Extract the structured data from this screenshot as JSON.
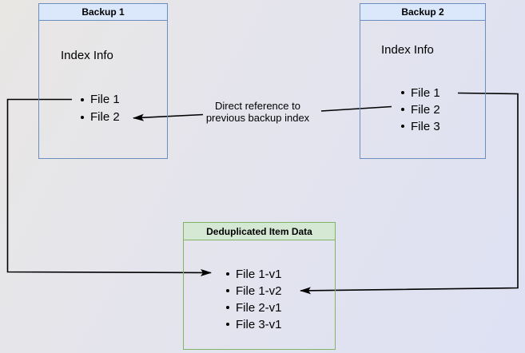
{
  "diagram": {
    "backup1": {
      "title": "Backup 1",
      "body_label": "Index Info",
      "items": [
        "File 1",
        "File 2"
      ]
    },
    "backup2": {
      "title": "Backup 2",
      "body_label": "Index Info",
      "items": [
        "File 1",
        "File 2",
        "File 3"
      ]
    },
    "dedup": {
      "title": "Deduplicated Item Data",
      "items": [
        "File 1-v1",
        "File 1-v2",
        "File 2-v1",
        "File 3-v1"
      ]
    },
    "annotation": {
      "line1": "Direct reference to",
      "line2": "previous backup index"
    },
    "colors": {
      "blue_border": "#6c8ebf",
      "blue_header_fill": "#dbe8fc",
      "green_border": "#82b366",
      "green_header_fill": "#d5e8d4",
      "arrow": "#000000",
      "background_start": "#e9e7e4",
      "background_end": "#dee1f4"
    }
  }
}
